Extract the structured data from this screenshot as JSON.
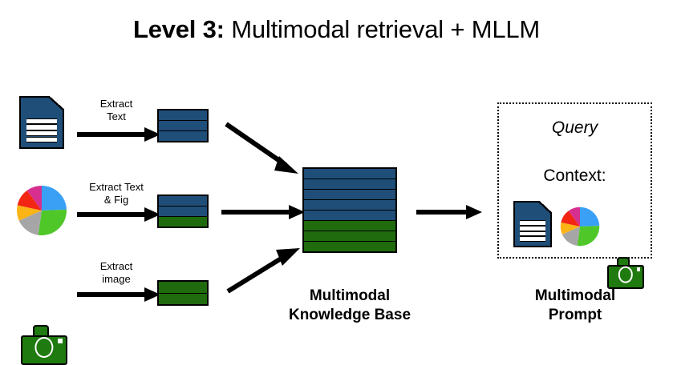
{
  "title": {
    "prefix": "Level 3:",
    "rest": " Multimodal retrieval + MLLM"
  },
  "colors": {
    "blue_chunk": "#1f4e79",
    "green_chunk": "#1f6b0d",
    "doc_blue": "#1f4e79",
    "camera_green": "#1f7a0f",
    "arrow": "#000000",
    "background": "#ffffff",
    "pie_blue": "#3aa0f5",
    "pie_green": "#4fc728",
    "pie_gray": "#a6a6a6",
    "pie_yellow": "#fbb416",
    "pie_red": "#f22613",
    "pie_magenta": "#d62f8f"
  },
  "pipeline": {
    "rows": [
      {
        "source_icon": "document-icon",
        "arrow_label": "Extract\nText",
        "chunks": [
          "blue",
          "blue",
          "blue"
        ]
      },
      {
        "source_icon": "pie-chart-icon",
        "arrow_label": "Extract Text\n& Fig",
        "chunks": [
          "blue",
          "blue",
          "green"
        ]
      },
      {
        "source_icon": "camera-icon",
        "arrow_label": "Extract\nimage",
        "chunks": [
          "green",
          "green"
        ]
      }
    ]
  },
  "knowledge_base": {
    "caption": "Multimodal\nKnowledge Base",
    "chunks": [
      "blue",
      "blue",
      "blue",
      "blue",
      "blue",
      "green",
      "green",
      "green"
    ]
  },
  "prompt": {
    "query_label": "Query",
    "context_label": "Context:",
    "caption": "Multimodal\nPrompt",
    "context_icons": [
      "document-icon",
      "pie-chart-icon",
      "camera-icon"
    ]
  },
  "pie_slices": [
    {
      "name": "blue",
      "start_deg": 0,
      "sweep_deg": 92
    },
    {
      "name": "green",
      "start_deg": 92,
      "sweep_deg": 96
    },
    {
      "name": "gray",
      "start_deg": 188,
      "sweep_deg": 44
    },
    {
      "name": "yellow",
      "start_deg": 232,
      "sweep_deg": 45
    },
    {
      "name": "red",
      "start_deg": 277,
      "sweep_deg": 47
    },
    {
      "name": "magenta",
      "start_deg": 324,
      "sweep_deg": 36
    }
  ]
}
